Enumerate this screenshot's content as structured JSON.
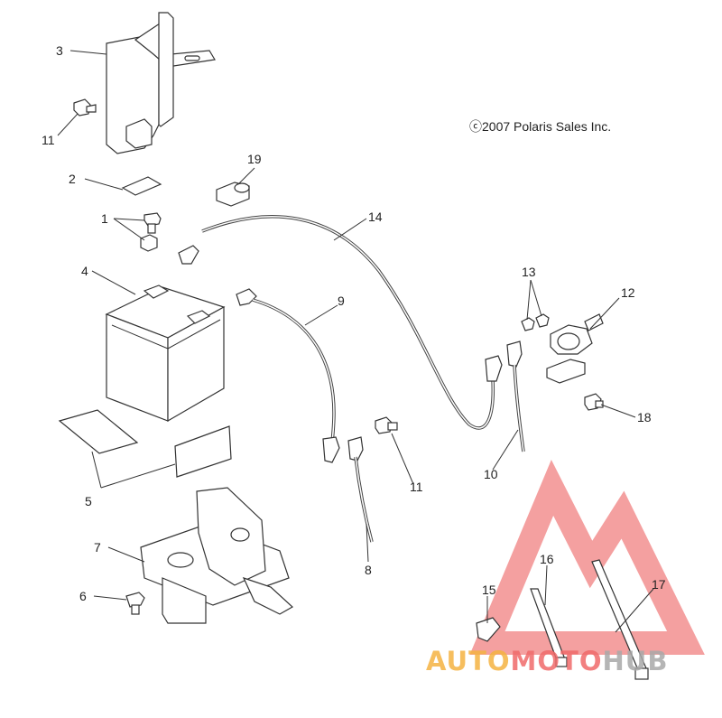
{
  "copyright": "ⓒ2007 Polaris Sales Inc.",
  "watermark": {
    "part1": "AUTO",
    "part2": "MOTO",
    "part3": "HUB",
    "colors": {
      "orange": "#f5b342",
      "red": "#f06a6a",
      "gray": "#a9a9a9",
      "triangle": "#f08080"
    }
  },
  "callouts": {
    "c1": "1",
    "c2": "2",
    "c3": "3",
    "c4": "4",
    "c5": "5",
    "c6": "6",
    "c7": "7",
    "c8": "8",
    "c9": "9",
    "c10": "10",
    "c11a": "11",
    "c11b": "11",
    "c12": "12",
    "c13": "13",
    "c14": "14",
    "c15": "15",
    "c16": "16",
    "c17": "17",
    "c18": "18",
    "c19": "19"
  }
}
